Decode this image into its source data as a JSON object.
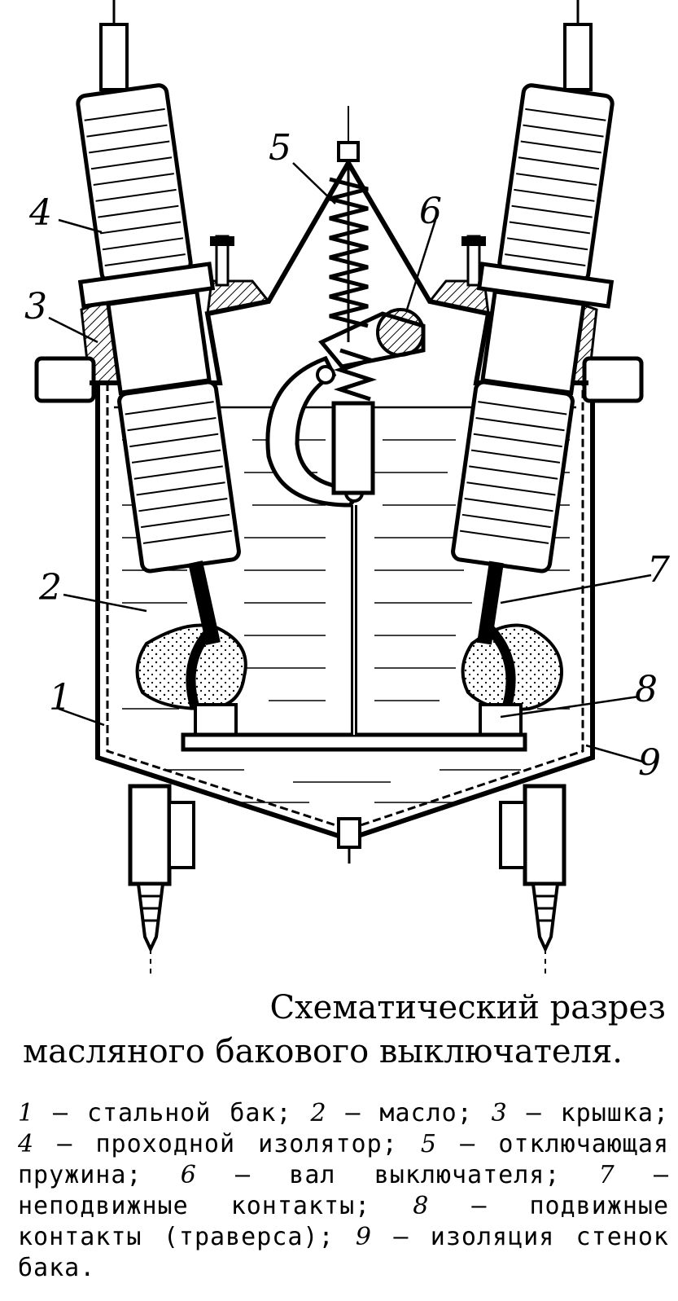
{
  "caption": {
    "line1": "Схематический разрез",
    "line2": "масляного бакового выключателя."
  },
  "labels": [
    "1",
    "2",
    "3",
    "4",
    "5",
    "6",
    "7",
    "8",
    "9"
  ],
  "legend": [
    {
      "num": "1",
      "text": "стальной бак;"
    },
    {
      "num": "2",
      "text": "масло;"
    },
    {
      "num": "3",
      "text": "крышка;"
    },
    {
      "num": "4",
      "text": "проходной изолятор;"
    },
    {
      "num": "5",
      "text": "отключающая пружина;"
    },
    {
      "num": "6",
      "text": "вал выключателя;"
    },
    {
      "num": "7",
      "text": "неподвижные контакты;"
    },
    {
      "num": "8",
      "text": "подвижные контакты (траверса);"
    },
    {
      "num": "9",
      "text": "изоляция стенок бака."
    }
  ]
}
